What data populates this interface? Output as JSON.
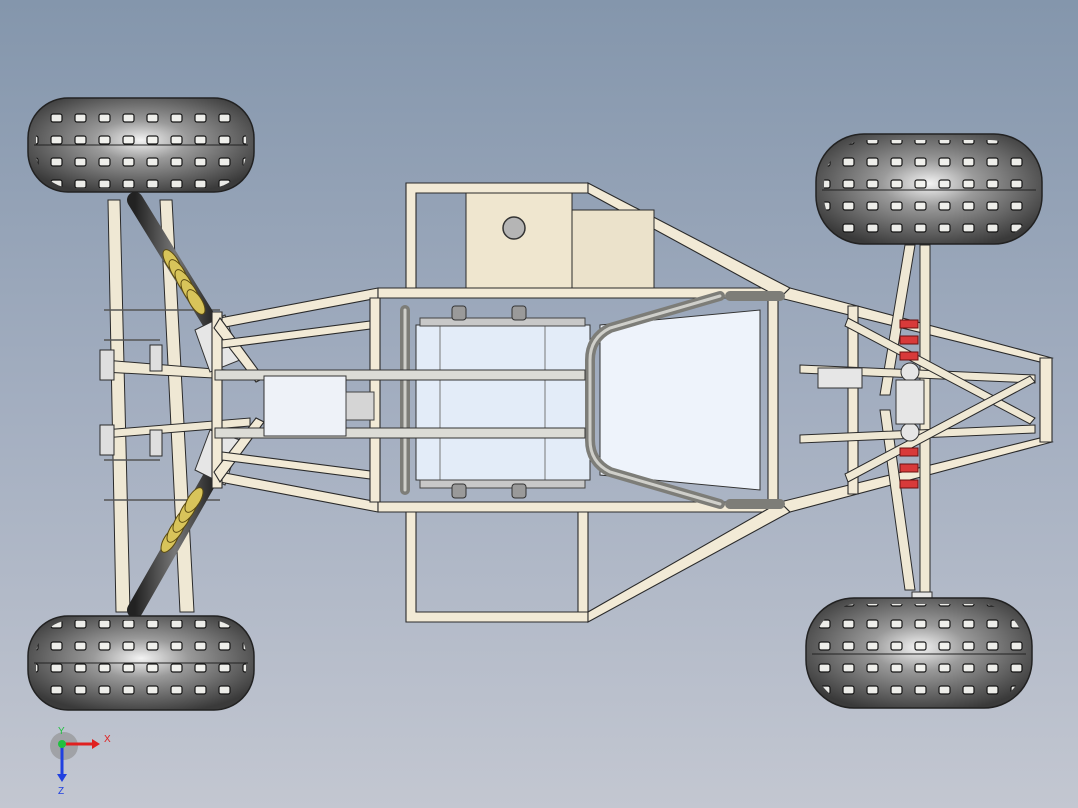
{
  "viewport": {
    "background_top": "#8496ac",
    "background_bottom": "#c3c7d1"
  },
  "model": {
    "frame_color": "#f2ead6",
    "frame_edge": "#2a2a2a",
    "tube_color": "#a9a9a4",
    "tire_color": "#5a5a5a",
    "spring_color": "#c8b44a",
    "accent_color": "#d83a3a",
    "seat_color": "#e3ecf8"
  },
  "triad": {
    "x_label": "X",
    "y_label": "Y",
    "z_label": "Z",
    "x_color": "#e02020",
    "y_color": "#20c040",
    "z_color": "#2040e0"
  }
}
